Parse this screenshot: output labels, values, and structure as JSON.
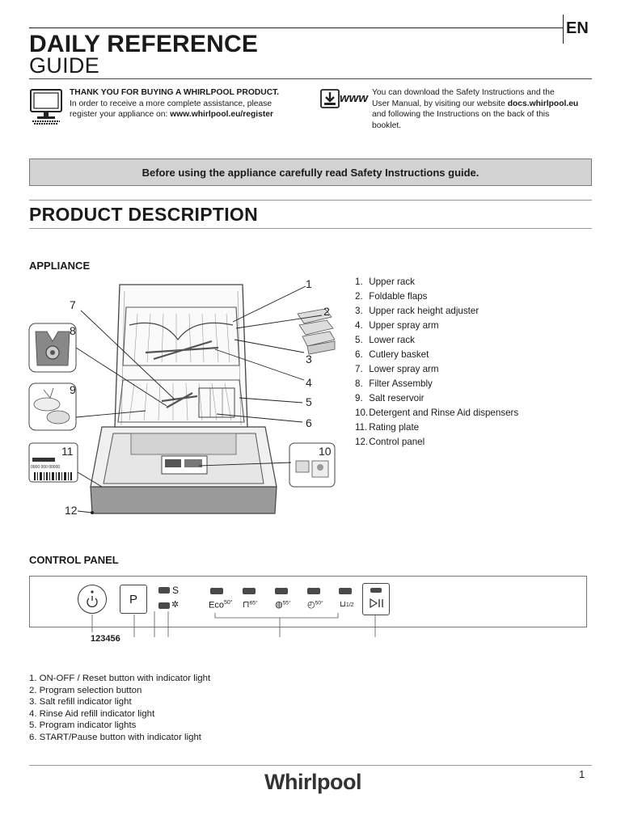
{
  "header": {
    "lang": "EN",
    "title_line1": "DAILY REFERENCE",
    "title_line2": "GUIDE"
  },
  "intro_left": {
    "heading": "THANK YOU FOR BUYING A WHIRLPOOL PRODUCT.",
    "line1": "In order to receive a more complete  assistance,  please",
    "line2_prefix": "register your appliance on: ",
    "link": "www.whirlpool.eu/register"
  },
  "intro_right": {
    "icon_text": "www",
    "line1": "You can download the Safety Instructions and the",
    "line2_prefix": "User Manual, by visiting our website ",
    "link": "docs.whirlpool.eu",
    "line3": "and following the Instructions on the back of this",
    "line4": "booklet."
  },
  "banner": "Before using the appliance carefully read Safety Instructions guide.",
  "section_title": "PRODUCT  DESCRIPTION",
  "appliance": {
    "heading": "APPLIANCE",
    "parts": [
      {
        "num": "1.",
        "label": "Upper rack"
      },
      {
        "num": "2.",
        "label": "Foldable flaps"
      },
      {
        "num": "3.",
        "label": "Upper rack height adjuster"
      },
      {
        "num": "4.",
        "label": "Upper spray arm"
      },
      {
        "num": "5.",
        "label": "Lower rack"
      },
      {
        "num": "6.",
        "label": "Cutlery basket"
      },
      {
        "num": "7.",
        "label": "Lower spray arm"
      },
      {
        "num": "8.",
        "label": "Filter Assembly"
      },
      {
        "num": "9.",
        "label": "Salt reservoir"
      },
      {
        "num": "10.",
        "label": "Detergent and Rinse Aid dispensers"
      },
      {
        "num": "11.",
        "label": "Rating plate"
      },
      {
        "num": "12.",
        "label": "Control panel"
      }
    ],
    "callouts": [
      "1",
      "2",
      "3",
      "4",
      "5",
      "6",
      "7",
      "8",
      "9",
      "10",
      "11",
      "12"
    ],
    "rating_plate_text": "0000 000 00000"
  },
  "control_panel": {
    "heading": "CONTROL PANEL",
    "program_button": "P",
    "number_row": "123456",
    "programs": [
      {
        "label": "Eco",
        "temp": "50°"
      },
      {
        "label": "",
        "temp": "65°"
      },
      {
        "label": "",
        "temp": "55°"
      },
      {
        "label": "",
        "temp": "50°"
      },
      {
        "label": "",
        "temp": "1/2"
      }
    ],
    "items": [
      {
        "num": "1.",
        "label": "ON-OFF / Reset button with indicator light"
      },
      {
        "num": "2.",
        "label": "Program selection button"
      },
      {
        "num": "3.",
        "label": "Salt refill indicator light"
      },
      {
        "num": "4.",
        "label": "Rinse Aid refill indicator light"
      },
      {
        "num": "5.",
        "label": "Program indicator lights"
      },
      {
        "num": "6.",
        "label": "START/Pause button with indicator light"
      }
    ]
  },
  "footer": {
    "page": "1",
    "brand": "Whirlpool"
  }
}
